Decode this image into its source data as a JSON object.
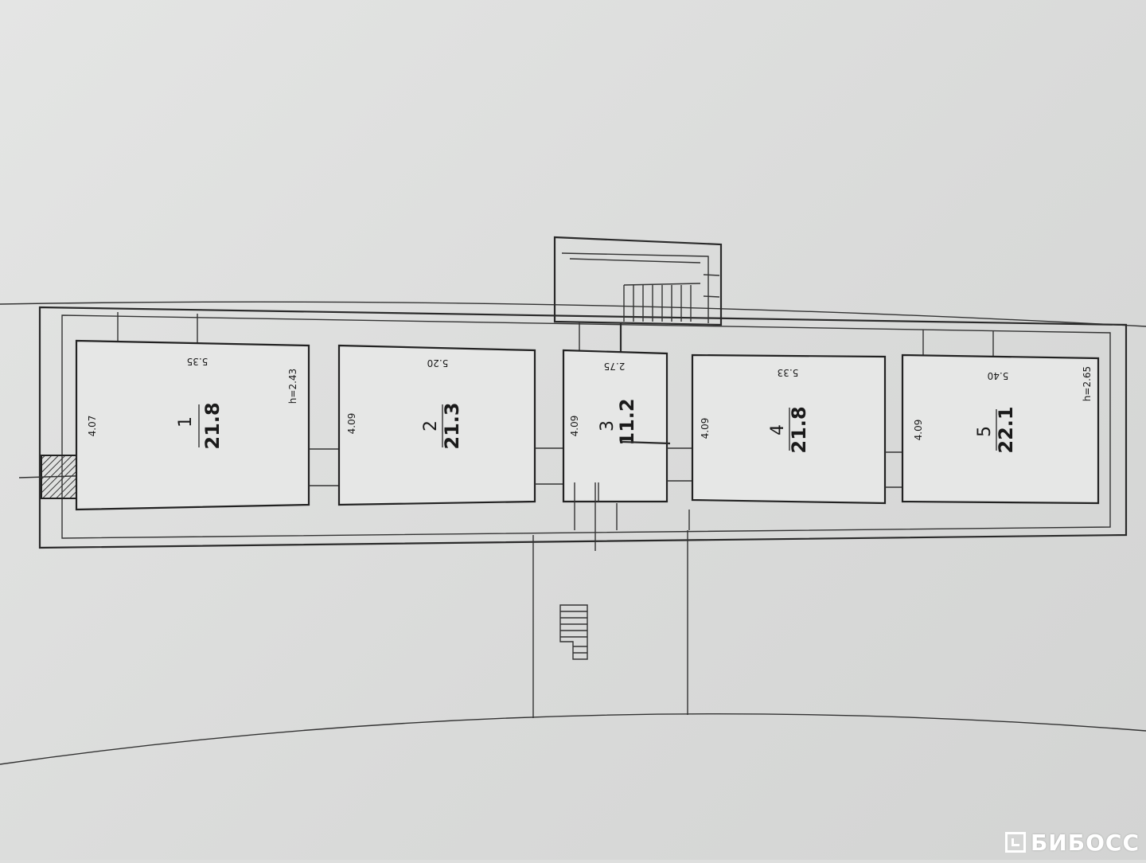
{
  "plan": {
    "rooms": [
      {
        "number": "1",
        "area": "21.8",
        "width": "5.35",
        "depth": "4.07",
        "height": "h=2.43"
      },
      {
        "number": "2",
        "area": "21.3",
        "width": "5.20",
        "depth": "4.09"
      },
      {
        "number": "3",
        "area": "11.2",
        "width": "2.75",
        "depth": "4.09"
      },
      {
        "number": "4",
        "area": "21.8",
        "width": "5.33",
        "depth": "4.09"
      },
      {
        "number": "5",
        "area": "22.1",
        "width": "5.40",
        "depth": "4.09",
        "height": "h=2.65"
      }
    ]
  },
  "watermark": {
    "text": "БИБОСС"
  }
}
